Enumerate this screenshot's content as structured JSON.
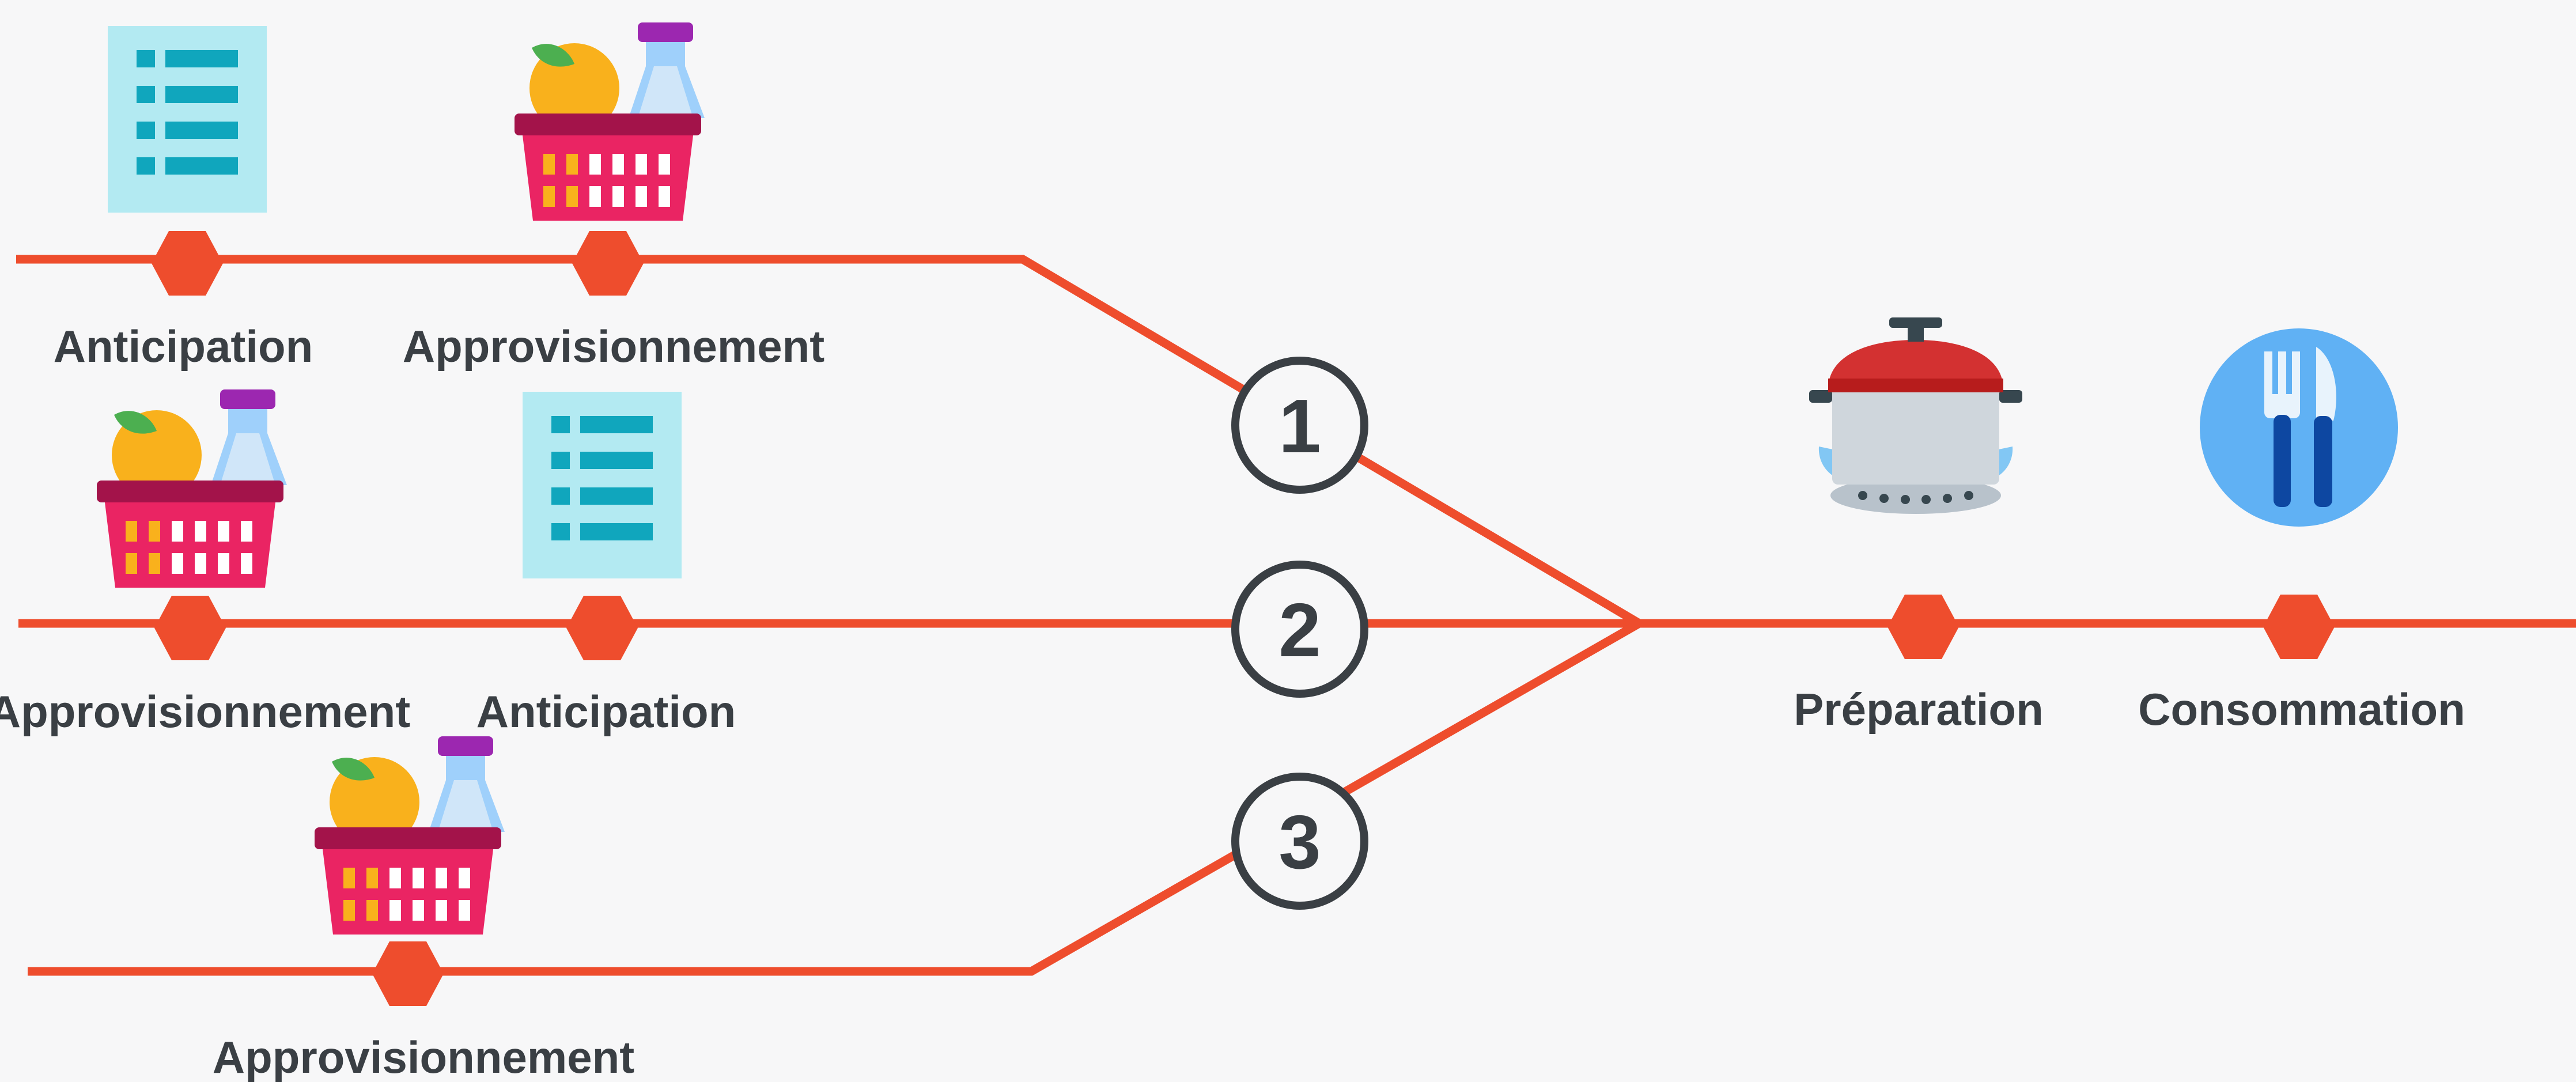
{
  "diagram": {
    "labels": {
      "row1_step1": "Anticipation",
      "row1_step2": "Approvisionnement",
      "row2_step1": "Approvisionnement",
      "row2_step2": "Anticipation",
      "row3_step1": "Approvisionnement",
      "merge_step1": "Préparation",
      "merge_step2": "Consommation"
    },
    "paths": [
      "1",
      "2",
      "3"
    ],
    "icons": {
      "anticipation": "checklist-icon",
      "approvisionnement": "grocery-basket-icon",
      "preparation": "cooking-pot-icon",
      "consommation": "fork-knife-icon"
    },
    "colors": {
      "track": "#ee4d2d",
      "text": "#3a3f44",
      "background": "#f7f7f8"
    }
  }
}
